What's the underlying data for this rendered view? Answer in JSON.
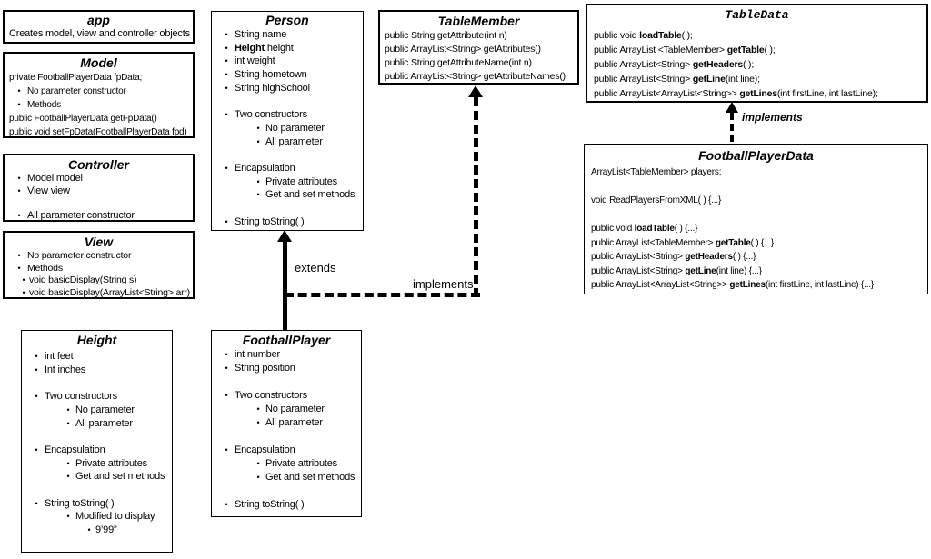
{
  "boxes": {
    "app": {
      "title": "app",
      "lines": [
        {
          "text": "Creates model, view and controller objects",
          "ind": 0
        }
      ]
    },
    "model": {
      "title": "Model",
      "lines": [
        {
          "text": "private FootballPlayerData fpData;",
          "ind": 0
        },
        {
          "text": "No parameter constructor",
          "ind": 1,
          "b": true
        },
        {
          "text": "Methods",
          "ind": 1,
          "b": true
        },
        {
          "text": "public FootballPlayerData getFpData()",
          "ind": 0
        },
        {
          "text": "public void setFpData(FootballPlayerData fpd)",
          "ind": 0
        }
      ]
    },
    "controller": {
      "title": "Controller",
      "lines": [
        {
          "text": "Model model",
          "ind": 1,
          "b": true
        },
        {
          "text": "View view",
          "ind": 1,
          "b": true
        },
        {
          "text": "",
          "ind": 0
        },
        {
          "text": "All parameter constructor",
          "ind": 1,
          "b": true
        }
      ]
    },
    "view": {
      "title": "View",
      "lines": [
        {
          "text": "No parameter constructor",
          "ind": 1,
          "b": true
        },
        {
          "text": "Methods",
          "ind": 1,
          "b": true
        },
        {
          "text": "void basicDisplay(String s)",
          "ind": 1.5,
          "b": true
        },
        {
          "text": "void basicDisplay(ArrayList<String> arr)",
          "ind": 1.5,
          "b": true
        }
      ]
    },
    "height": {
      "title": "Height",
      "lines": [
        {
          "text": "int feet",
          "ind": 1,
          "b": true
        },
        {
          "text": "Int inches",
          "ind": 1,
          "b": true
        },
        {
          "text": "",
          "ind": 0
        },
        {
          "text": "Two constructors",
          "ind": 1,
          "b": true
        },
        {
          "text": "No parameter",
          "ind": 2,
          "b": true
        },
        {
          "text": "All parameter",
          "ind": 2,
          "b": true
        },
        {
          "text": "",
          "ind": 0
        },
        {
          "text": "Encapsulation",
          "ind": 1,
          "b": true
        },
        {
          "text": "Private attributes",
          "ind": 2,
          "b": true
        },
        {
          "text": "Get and set methods",
          "ind": 2,
          "b": true
        },
        {
          "text": "",
          "ind": 0
        },
        {
          "text": "String toString( )",
          "ind": 1,
          "b": true
        },
        {
          "text": "Modified to display",
          "ind": 2,
          "b": true
        },
        {
          "text": "9’99”",
          "ind": 3,
          "b": true
        }
      ]
    },
    "person": {
      "title": "Person",
      "lines": [
        {
          "text": "String name",
          "ind": 1,
          "b": true
        },
        {
          "text": "**Height** height",
          "ind": 1,
          "b": true
        },
        {
          "text": "int weight",
          "ind": 1,
          "b": true
        },
        {
          "text": "String hometown",
          "ind": 1,
          "b": true
        },
        {
          "text": "String highSchool",
          "ind": 1,
          "b": true
        },
        {
          "text": "",
          "ind": 0
        },
        {
          "text": "Two constructors",
          "ind": 1,
          "b": true
        },
        {
          "text": "No parameter",
          "ind": 2,
          "b": true
        },
        {
          "text": "All parameter",
          "ind": 2,
          "b": true
        },
        {
          "text": "",
          "ind": 0
        },
        {
          "text": "Encapsulation",
          "ind": 1,
          "b": true
        },
        {
          "text": "Private attributes",
          "ind": 2,
          "b": true
        },
        {
          "text": "Get and set methods",
          "ind": 2,
          "b": true
        },
        {
          "text": "",
          "ind": 0
        },
        {
          "text": "String toString( )",
          "ind": 1,
          "b": true
        }
      ]
    },
    "football_player": {
      "title": "FootballPlayer",
      "lines": [
        {
          "text": "int number",
          "ind": 1,
          "b": true
        },
        {
          "text": "String position",
          "ind": 1,
          "b": true
        },
        {
          "text": "",
          "ind": 0
        },
        {
          "text": "Two constructors",
          "ind": 1,
          "b": true
        },
        {
          "text": "No parameter",
          "ind": 2,
          "b": true
        },
        {
          "text": "All parameter",
          "ind": 2,
          "b": true
        },
        {
          "text": "",
          "ind": 0
        },
        {
          "text": "Encapsulation",
          "ind": 1,
          "b": true
        },
        {
          "text": "Private attributes",
          "ind": 2,
          "b": true
        },
        {
          "text": "Get and set methods",
          "ind": 2,
          "b": true
        },
        {
          "text": "",
          "ind": 0
        },
        {
          "text": "String toString( )",
          "ind": 1,
          "b": true
        }
      ]
    },
    "table_member": {
      "title": "TableMember",
      "lines": [
        {
          "text": "public String getAttribute(int n)",
          "ind": 0
        },
        {
          "text": "public ArrayList<String> getAttributes()",
          "ind": 0
        },
        {
          "text": "public String getAttributeName(int n)",
          "ind": 0
        },
        {
          "text": "public ArrayList<String> getAttributeNames()",
          "ind": 0
        }
      ]
    },
    "table_data": {
      "title": "TableData",
      "lines": [
        {
          "text": "public void **loadTable**( );",
          "ind": 0
        },
        {
          "text": "public ArrayList <TableMember> **getTable**( );",
          "ind": 0
        },
        {
          "text": "public ArrayList<String> **getHeaders**( );",
          "ind": 0
        },
        {
          "text": "public ArrayList<String> **getLine**(int line);",
          "ind": 0
        },
        {
          "text": "public ArrayList<ArrayList<String>> **getLines**(int firstLine, int lastLine);",
          "ind": 0
        }
      ]
    },
    "football_player_data": {
      "title": "FootballPlayerData",
      "lines": [
        {
          "text": "ArrayList<TableMember> players;",
          "ind": 0
        },
        {
          "text": "",
          "ind": 0
        },
        {
          "text": "void ReadPlayersFromXML( ) {...}",
          "ind": 0
        },
        {
          "text": "",
          "ind": 0
        },
        {
          "text": "public void **loadTable**( ) {...}",
          "ind": 0
        },
        {
          "text": "public ArrayList<TableMember> **getTable**( ) {...}",
          "ind": 0
        },
        {
          "text": "public ArrayList<String> **getHeaders**( ) {...}",
          "ind": 0
        },
        {
          "text": "public ArrayList<String> **getLine**(int line) {...}",
          "ind": 0
        },
        {
          "text": "public ArrayList<ArrayList<String>> **getLines**(int firstLine, int lastLine) {...}",
          "ind": 0
        }
      ]
    }
  },
  "relationships": {
    "extends_label": "extends",
    "implements_tablemember_label": "implements",
    "implements_tabledata_label": "implements"
  },
  "colors": {
    "line": "#000000",
    "background": "#ffffff"
  }
}
